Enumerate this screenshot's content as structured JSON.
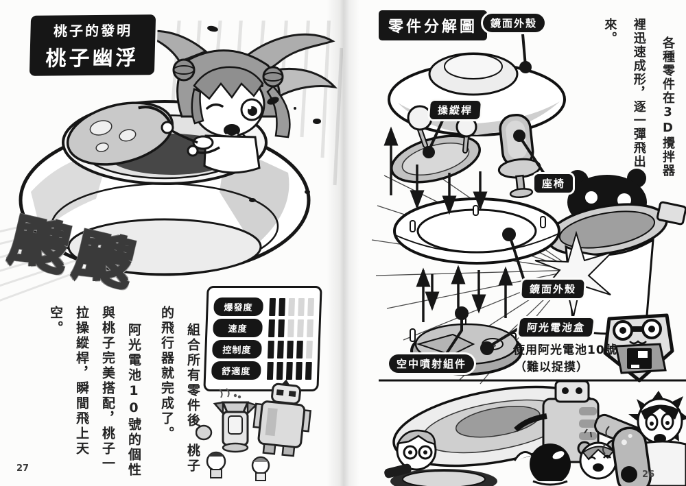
{
  "colors": {
    "ink": "#161616",
    "paper": "#fcfcfb",
    "bar_empty": "#d7d7d7",
    "mid_gray": "#c9c9c9"
  },
  "left_page": {
    "page_number": "27",
    "title": {
      "line1": "桃子的發明",
      "line2": "桃子幽浮"
    },
    "sfx": "颼颼",
    "body_text": [
      "組合所有零件後，桃子的飛行器就完成了。",
      "阿光電池10號的個性與桃子完美搭配，桃子一拉操縱桿，瞬間飛上天空。"
    ],
    "stats": {
      "max": 5,
      "rows": [
        {
          "label": "爆發度",
          "value": 2
        },
        {
          "label": "速度",
          "value": 2
        },
        {
          "label": "控制度",
          "value": 4
        },
        {
          "label": "舒適度",
          "value": 5
        }
      ]
    }
  },
  "right_page": {
    "page_number": "26",
    "header": "零件分解圖",
    "part_labels": {
      "shell_top": "鏡面外殼",
      "stick": "操縱桿",
      "seat": "座椅",
      "shell_bottom": "鏡面外殼",
      "battery": "阿光電池盒",
      "jet": "空中噴射組件"
    },
    "battery_note": [
      "使用阿光電池10號",
      "（難以捉摸）"
    ],
    "side_text": "各種零件在3D攪拌器裡迅速成形，逐一彈飛出來。"
  }
}
